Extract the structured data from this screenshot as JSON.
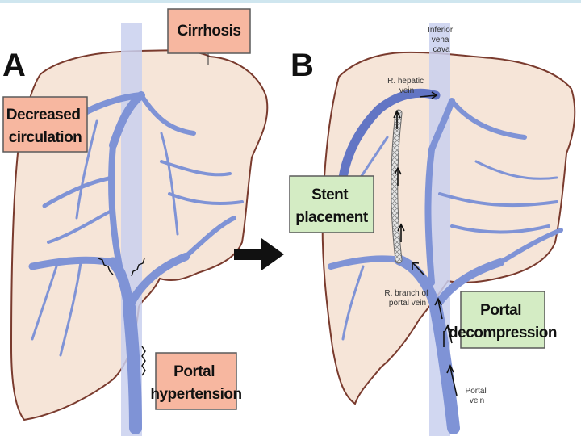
{
  "panels": {
    "a_letter": "A",
    "b_letter": "B"
  },
  "callouts": {
    "cirrhosis": [
      "Cirrhosis"
    ],
    "decreased_circulation": [
      "Decreased",
      "circulation"
    ],
    "portal_hypertension": [
      "Portal",
      "hypertension"
    ],
    "stent_placement": [
      "Stent",
      "placement"
    ],
    "portal_decompression": [
      "Portal",
      "decompression"
    ]
  },
  "labels": {
    "inferior_vena_cava": [
      "Inferior",
      "vena",
      "cava"
    ],
    "right_hepatic_vein": [
      "R. hepatic",
      "vein"
    ],
    "right_branch_portal_vein": [
      "R. branch of",
      "portal vein"
    ],
    "portal_vein": [
      "Portal",
      "vein"
    ]
  },
  "colors": {
    "liver_fill": "#f6e5d8",
    "liver_edge": "#7a3b2e",
    "ivc_band": "#c9d0ee",
    "vessel": "#7f93d6",
    "vessel_dark": "#6275c4",
    "salmon_box": "#f7b7a0",
    "green_box": "#d4ecc4",
    "box_border": "#5a5a5a"
  }
}
